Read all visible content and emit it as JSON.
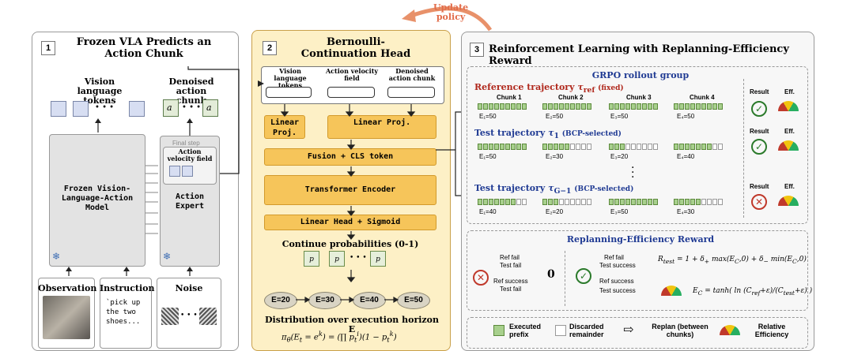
{
  "header": {
    "update_policy": "Update\npolicy"
  },
  "panel1": {
    "num": "1",
    "title": "Frozen VLA Predicts an Action Chunk",
    "vision_tokens": "Vision language tokens",
    "denoised_chunk": "Denoised action chunk",
    "final_step": "Final step",
    "action_velocity": "Action velocity field",
    "model": "Frozen Vision-Language-Action Model",
    "expert": "Action Expert",
    "observation": "Observation",
    "instruction": "Instruction",
    "instruction_text": "`pick up the two shoes...",
    "noise": "Noise",
    "dots": "• • •",
    "a1": "a",
    "aH": "a"
  },
  "panel2": {
    "num": "2",
    "title": "Bernoulli-Continuation Head",
    "in1": "Vision language tokens",
    "in2": "Action velocity field",
    "in3": "Denoised action chunk",
    "proj1": "Linear Proj.",
    "proj2": "Linear Proj.",
    "fusion": "Fusion + CLS token",
    "transformer": "Transformer Encoder",
    "head": "Linear Head + Sigmoid",
    "continue_probs": "Continue probabilities (0-1)",
    "nodes": [
      "E=20",
      "E=30",
      "E=40",
      "E=50"
    ],
    "distribution": "Distribution over execution horizon E"
  },
  "panel3": {
    "num": "3",
    "title": "Reinforcement Learning with Replanning-Efficiency Reward",
    "grpo": "GRPO rollout group",
    "ref_traj": "Reference trajectory",
    "ref_fixed": "(fixed)",
    "chunks": [
      "Chunk 1",
      "Chunk 2",
      "Chunk 3",
      "Chunk 4"
    ],
    "ref_E": [
      "E₁=50",
      "E₂=50",
      "E₃=50",
      "E₄=50"
    ],
    "test1": "Test trajectory",
    "bcp": "(BCP-selected)",
    "test1_E": [
      "E₁=50",
      "E₂=30",
      "E₃=20",
      "E₄=40"
    ],
    "test2": "Test trajectory",
    "test2_E": [
      "E₁=40",
      "E₂=20",
      "E₃=50",
      "E₄=30"
    ],
    "result": "Result",
    "eff": "Eff.",
    "reward_title": "Replanning-Efficiency Reward",
    "ref_fail": "Ref fail",
    "test_fail": "Test fail",
    "ref_success": "Ref success",
    "test_success": "Test success",
    "zero": "0",
    "legend_exec": "Executed prefix",
    "legend_disc": "Discarded remainder",
    "legend_replan": "Replan (between chunks)",
    "legend_eff": "Relative Efficiency"
  },
  "colors": {
    "accent": "#f6c55a",
    "green": "#a8d08d",
    "red": "#c0392b",
    "blue": "#1f3a93"
  }
}
